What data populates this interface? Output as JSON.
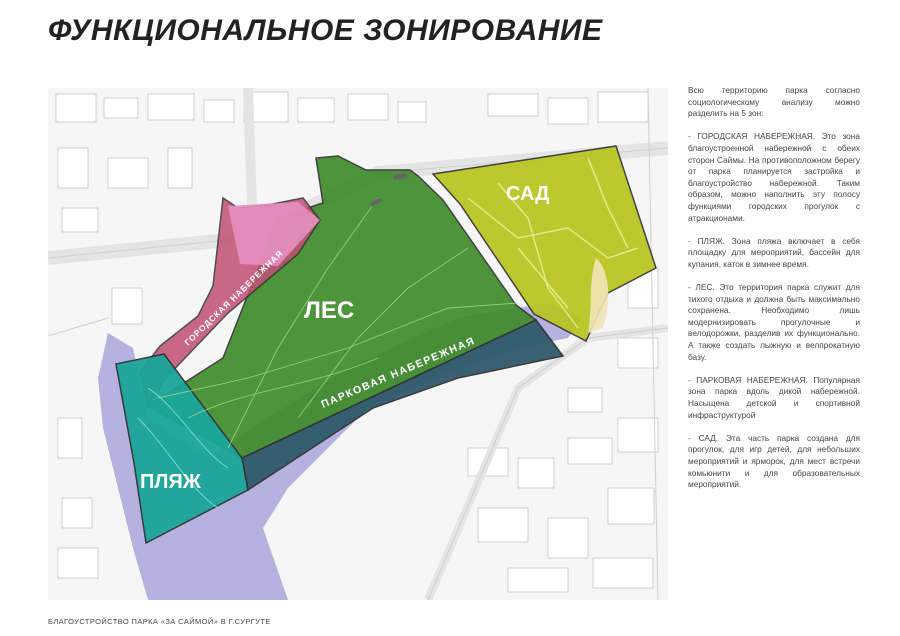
{
  "page": {
    "title": "ФУНКЦИОНАЛЬНОЕ ЗОНИРОВАНИЕ",
    "footer": "БЛАГОУСТРОЙСТВО ПАРКА «ЗА САЙМОЙ» В Г.СУРГУТЕ"
  },
  "zones": {
    "sad": {
      "label": "САД",
      "color": "#b9c41e"
    },
    "les": {
      "label": "ЛЕС",
      "color": "#3f8c2c"
    },
    "plyazh": {
      "label": "ПЛЯЖ",
      "color": "#1aa59a"
    },
    "gorodskaya": {
      "label": "ГОРОДСКАЯ НАБЕРЕЖНАЯ",
      "color": "#c24f74"
    },
    "parkovaya": {
      "label": "ПАРКОВАЯ НАБЕРЕЖНАЯ",
      "color": "#2f5a6c"
    }
  },
  "description": {
    "intro": "Всю территорию парка согласно социологическому анализу можно разделить на 5 зон:",
    "gorodskaya": "- ГОРОДСКАЯ НАБЕРЕЖНАЯ. Это зона благоустроенной набережной с обеих сторон Саймы. На противоположном берегу от парка планируется застройка и благоустройство набережной. Таким образом, можно наполнить эту полосу функциями городских прогулок с атракционами.",
    "plyazh": "- ПЛЯЖ. Зона пляжа включает в себя площадку для мероприятий, бассейн для купания, каток в зимнее время.",
    "les": "- ЛЕС. Это территория парка служит для тихого отдыха и должна быть максимально сохранена. Необходимо лишь модернизировать прогулочные и велодорожки, разделив их функционально. А также создать лыжную и велпрокатную базу.",
    "parkovaya": "- ПАРКОВАЯ НАБЕРЕЖНАЯ. Популярная зона парка вдоль дикой набережной. Насыщена детской и спортивной инфраструктурой",
    "sad": "- САД. Эта часть парка создана для прогулок, для игр детей, для небольших мероприятий и ярморок, для мест встречи комьюнити и для образовательных мероприятий."
  }
}
